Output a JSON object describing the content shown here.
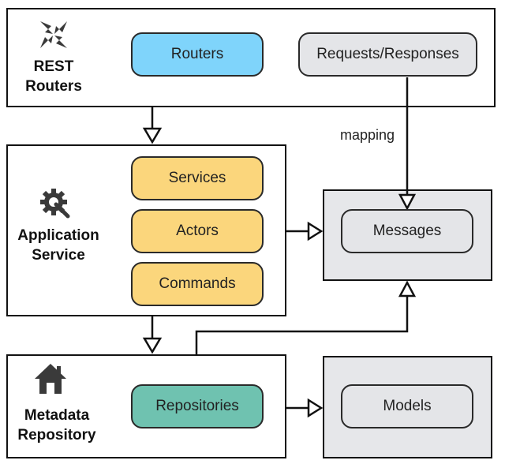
{
  "layers": {
    "rest": {
      "label_line1": "REST",
      "label_line2": "Routers",
      "icon": "arrows-converge-icon"
    },
    "app": {
      "label_line1": "Application",
      "label_line2": "Service",
      "icon": "gear-wrench-icon"
    },
    "meta": {
      "label_line1": "Metadata",
      "label_line2": "Repository",
      "icon": "house-icon"
    }
  },
  "components": {
    "routers": "Routers",
    "requests": "Requests/Responses",
    "services": "Services",
    "actors": "Actors",
    "commands": "Commands",
    "messages": "Messages",
    "repositories": "Repositories",
    "models": "Models"
  },
  "edges": {
    "mapping": "mapping"
  },
  "colors": {
    "routers": "#7fd4fb",
    "service_components": "#fbd67c",
    "repositories": "#6fc2b0",
    "neutral": "#e4e5e8",
    "icon": "#3a3a3a"
  }
}
